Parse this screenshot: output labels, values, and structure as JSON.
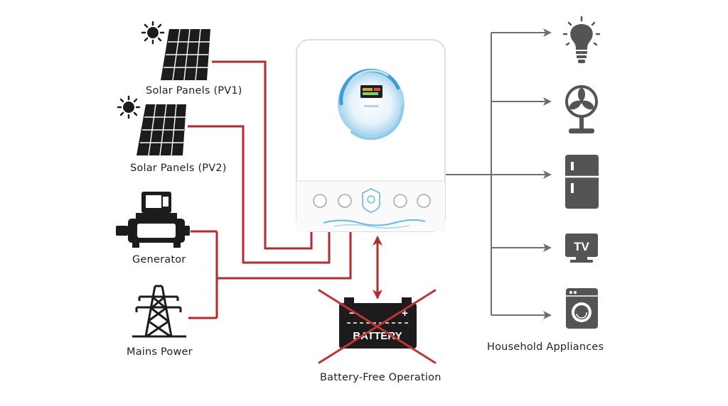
{
  "sources": {
    "pv1": {
      "label": "Solar Panels  (PV1)",
      "icon": "solar-panel-icon"
    },
    "pv2": {
      "label": "Solar Panels  (PV2)",
      "icon": "solar-panel-icon"
    },
    "generator": {
      "label": "Generator",
      "icon": "generator-icon"
    },
    "mains": {
      "label": "Mains Power",
      "icon": "power-tower-icon"
    }
  },
  "battery": {
    "label": "Battery-Free Operation",
    "text": "BATTERY",
    "icon": "battery-icon",
    "crossed_out": true
  },
  "appliances": {
    "label": "Household Appliances",
    "items": [
      {
        "icon": "light-bulb-icon"
      },
      {
        "icon": "fan-icon"
      },
      {
        "icon": "refrigerator-icon"
      },
      {
        "icon": "tv-icon",
        "text": "TV"
      },
      {
        "icon": "washing-machine-icon"
      }
    ]
  },
  "inverter": {
    "icon": "inverter-icon"
  },
  "colors": {
    "input_line": "#b52a2a",
    "output_line": "#6f6f6f",
    "icon_dark": "#1c1c1c",
    "appliance": "#545454",
    "cross": "#c23333"
  }
}
